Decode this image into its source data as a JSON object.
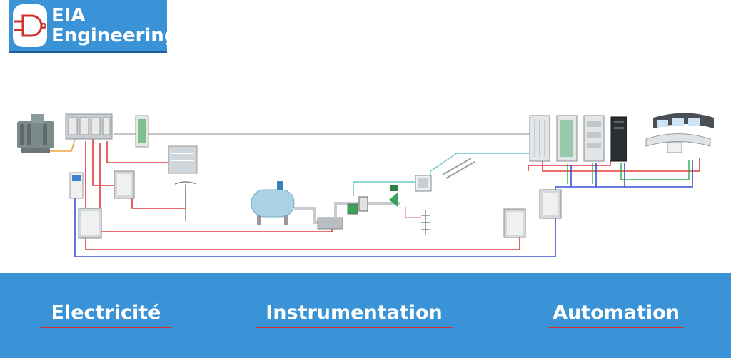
{
  "logo": {
    "line1": "EIA",
    "line2": "Engineering"
  },
  "sections": [
    {
      "label": "Electricité"
    },
    {
      "label": "Instrumentation"
    },
    {
      "label": "Automation"
    }
  ],
  "colors": {
    "brand_blue": "#3a93d6",
    "underline_red": "#d0312d",
    "cable_red": "#e33b3b",
    "cable_blue": "#3f4fd0",
    "cable_orange": "#f0a040",
    "cable_teal": "#6cc7c7",
    "cable_green": "#2ea84a",
    "cable_gray": "#9a9a9a"
  }
}
